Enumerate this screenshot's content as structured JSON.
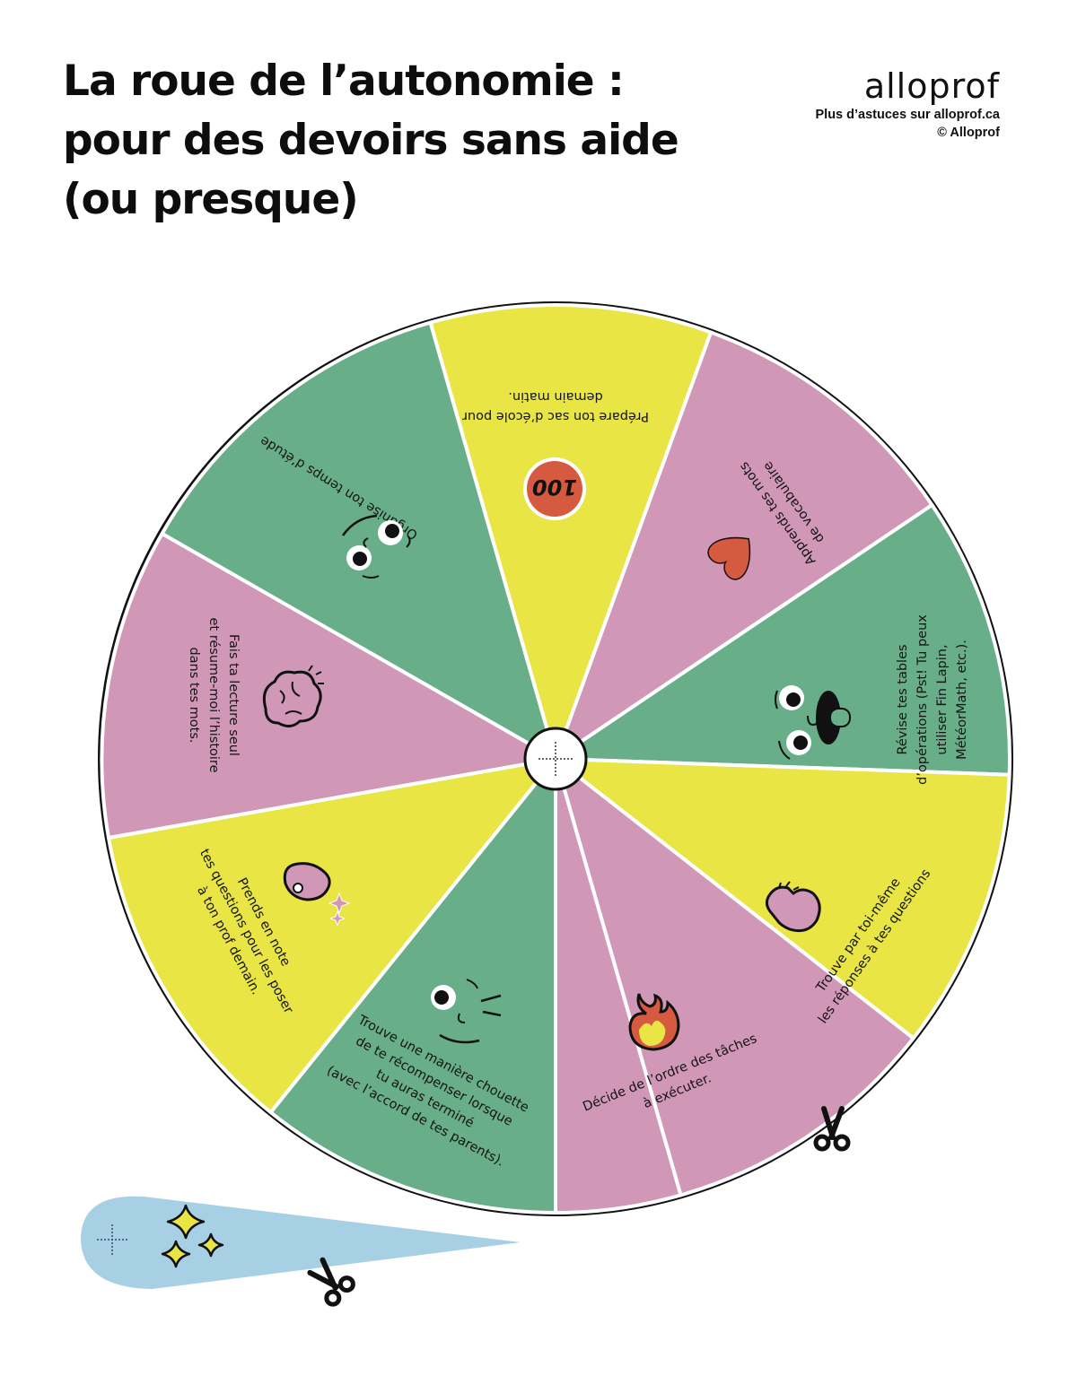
{
  "header": {
    "title_lines": [
      "La roue de l’autonomie :",
      "pour des devoirs sans aide",
      "(ou presque)"
    ],
    "brand": {
      "logo": "alloprof",
      "tagline": "Plus d’astuces sur alloprof.ca",
      "copyright": "© Alloprof"
    }
  },
  "colors": {
    "green": "#68ae89",
    "pink": "#d197b7",
    "yellow": "#e8e545",
    "pointer_blue": "#a8d0e5",
    "accent_red": "#d65a40",
    "outline": "#111111"
  },
  "wheel": {
    "center_marker": "dotted-crosshair",
    "segments": [
      {
        "id": "prepare-bag",
        "color": "yellow",
        "icon": "hundred-points-icon",
        "lines": [
          "Prépare ton sac d’école pour",
          "demain matin."
        ]
      },
      {
        "id": "vocabulary",
        "color": "pink",
        "icon": "heart-icon",
        "lines": [
          "Apprends tes mots",
          "de vocabulaire"
        ]
      },
      {
        "id": "multiplication-tables",
        "color": "green",
        "icon": "tongue-face-icon",
        "lines": [
          "Révise tes tables",
          "d’opérations (Pst! Tu peux",
          "utiliser Fin Lapin,",
          "MétéorMath, etc.)."
        ]
      },
      {
        "id": "find-answers",
        "color": "yellow",
        "icon": "flexed-biceps-icon",
        "lines": [
          "Trouve par toi-même",
          "les réponses à tes questions"
        ]
      },
      {
        "id": "task-order",
        "color": "pink",
        "icon": "fire-icon",
        "lines": [
          "Décide de l’ordre des tâches",
          "à exécuter."
        ]
      },
      {
        "id": "reward",
        "color": "green",
        "icon": "winking-face-icon",
        "lines": [
          "Trouve une manière chouette",
          "de te récompenser lorsque",
          "tu auras terminé",
          "(avec l’accord de tes parents)."
        ]
      },
      {
        "id": "note-questions",
        "color": "yellow",
        "icon": "ok-hand-sparkles-icon",
        "lines": [
          "Prends en note",
          "tes questions pour les poser",
          "à ton prof demain."
        ]
      },
      {
        "id": "reading",
        "color": "pink",
        "icon": "brain-icon",
        "lines": [
          "Fais ta lecture seul",
          "et résume-moi l’histoire",
          "dans tes mots."
        ]
      },
      {
        "id": "organize-time",
        "color": "green",
        "icon": "thinking-face-icon",
        "lines": [
          "Organise ton temps d’étude"
        ]
      },
      {
        "id": "filler-yellow",
        "color": "yellow",
        "icon": "",
        "lines": []
      }
    ]
  },
  "pointer": {
    "icon": "sparkles-icon",
    "center_marker": "dotted-crosshair"
  },
  "cut_marks": [
    "scissors-icon",
    "scissors-icon"
  ]
}
